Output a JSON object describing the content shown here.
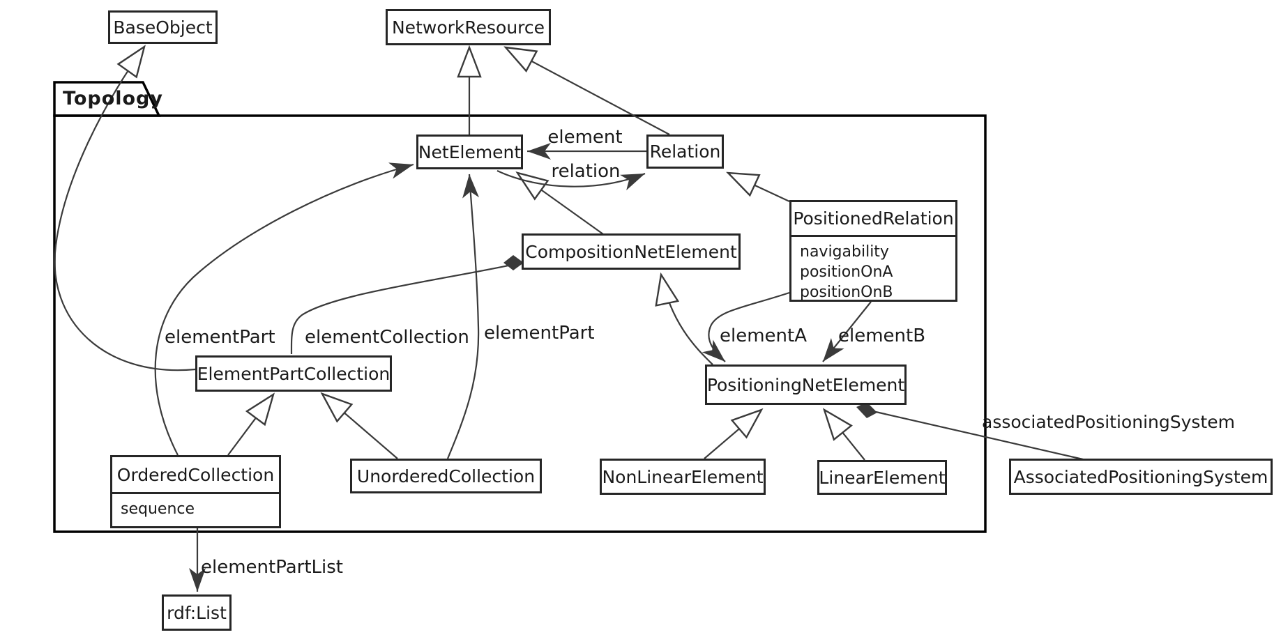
{
  "package": {
    "name": "Topology"
  },
  "classes": {
    "base_object": {
      "name": "BaseObject"
    },
    "network_resource": {
      "name": "NetworkResource"
    },
    "net_element": {
      "name": "NetElement"
    },
    "relation": {
      "name": "Relation"
    },
    "positioned_relation": {
      "name": "PositionedRelation",
      "attributes": [
        "navigability",
        "positionOnA",
        "positionOnB"
      ]
    },
    "composition_net_element": {
      "name": "CompositionNetElement"
    },
    "element_part_collection": {
      "name": "ElementPartCollection"
    },
    "ordered_collection": {
      "name": "OrderedCollection",
      "attributes": [
        "sequence"
      ]
    },
    "unordered_collection": {
      "name": "UnorderedCollection"
    },
    "positioning_net_element": {
      "name": "PositioningNetElement"
    },
    "non_linear_element": {
      "name": "NonLinearElement"
    },
    "linear_element": {
      "name": "LinearElement"
    },
    "associated_positioning_system": {
      "name": "AssociatedPositioningSystem"
    },
    "rdf_list": {
      "name": "rdf:List"
    }
  },
  "edge_labels": {
    "element": "element",
    "relation": "relation",
    "element_part_left": "elementPart",
    "element_collection": "elementCollection",
    "element_part_mid": "elementPart",
    "element_a": "elementA",
    "element_b": "elementB",
    "associated_positioning_system": "associatedPositioningSystem",
    "element_part_list": "elementPartList"
  },
  "colors": {
    "line": "#3a3a3a",
    "box_border": "#262626",
    "package_border": "#000000",
    "background": "#ffffff"
  }
}
